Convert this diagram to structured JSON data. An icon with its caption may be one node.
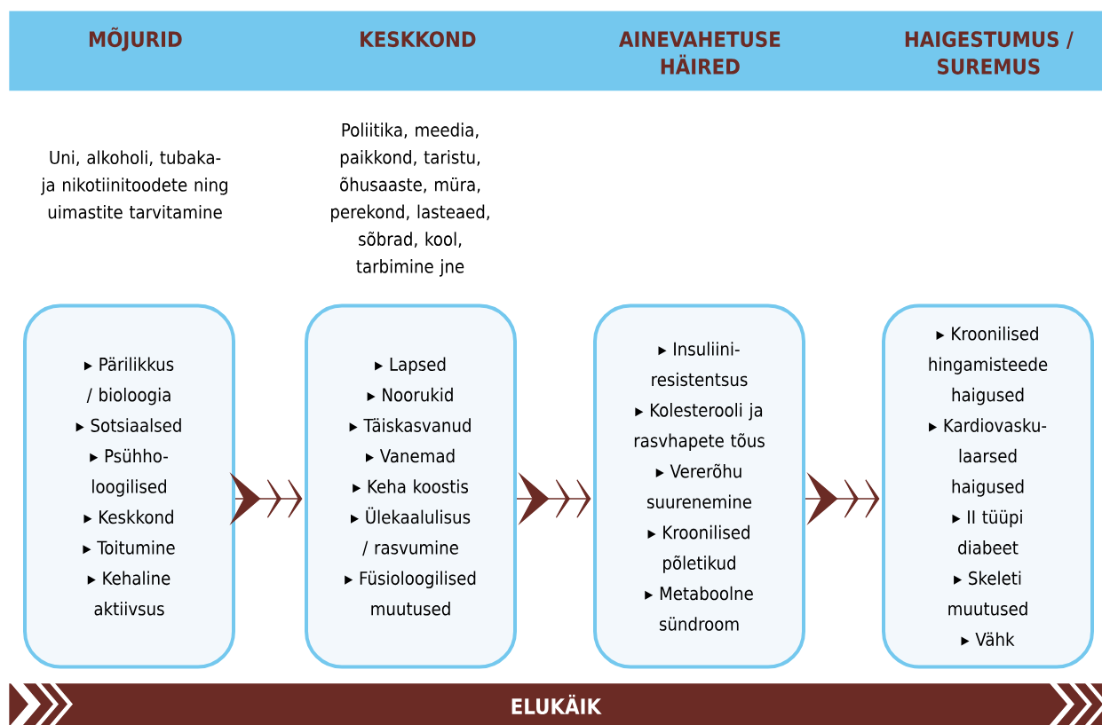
{
  "diagram": {
    "nodes": [
      {
        "text": [
          "MÕJURID",
          "KESKKOND",
          "AINEVAHETUSE HÄIRED",
          "HAIGESTUMUS / SUREMUS"
        ]
      },
      {
        "text": [
          "▸ Pärilikkus / bioloogia",
          "▸ Sotsiaalsed",
          "▸ Psühho- loogilised",
          "▸ Keskkond",
          "▸ Toitumine",
          "▸ Kehaline aktiivsus"
        ]
      },
      {
        "text": [
          "▸ Lapsed",
          "▸ Noorukid",
          "▸ Täiskasvanud",
          "▸ Vanemad",
          "▸ Keha koostis",
          "▸ Ülekaalulisus / rasvumine",
          "▸ Füsioloogilised muutused"
        ]
      },
      {
        "text": [
          "▸ Insuliini- resistentsus",
          "▸ Kolesterooli ja rasvhapete tõus",
          "▸ Vererõhu suurenemine",
          "▸ Kroonilised põletikud",
          "▸ Metaboolne sündroom"
        ]
      },
      {
        "text": [
          "▸ Kroonilised hingamisteede haigused",
          "▸ Kardiovasku- laarsed haigused",
          "▸ II tüüpi diabeet",
          "▸ Skeleti muutused",
          "▸ Vähk"
        ]
      },
      {
        "text": [
          "ELUKÄIK"
        ]
      }
    ],
    "edges": [
      {
        "from": 1,
        "to": 2,
        "arrow": "to"
      },
      {
        "from": 2,
        "to": 3,
        "arrow": "to"
      },
      {
        "from": 3,
        "to": 4,
        "arrow": "to"
      }
    ],
    "labels": [
      "Uni, alkoholi, tubaka- ja nikotiinitoodete ning uimastite tarvitamine",
      "Poliitika, meedia, paikkond, taristu, õhusaaste, müra, perekond, lasteaed, sõbrad, kool, tarbimine jne"
    ]
  }
}
